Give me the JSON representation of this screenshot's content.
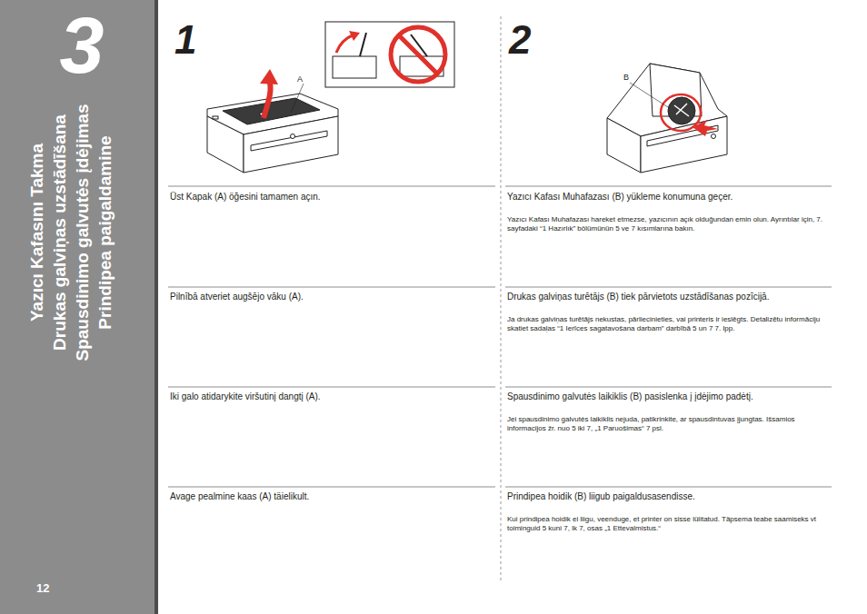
{
  "diagram": {
    "nodes": [
      {
        "text": [
          "3",
          "Yazıcı Kafasını Takma",
          "Drukas galviņas uzstādīšana",
          "Spausdinimo galvutės įdėjimas",
          "Prindipea paigaldamine"
        ]
      }
    ],
    "labels": [
      "12",
      "1",
      "A",
      "2",
      "B",
      "Üst Kapak (A) öğesini tamamen açın.",
      "Yazıcı Kafası Muhafazası (B) yükleme konumuna geçer.",
      "Yazıcı Kafası Muhafazası hareket etmezse, yazıcının açık olduğundan emin olun. Ayrıntılar için, 7. sayfadaki “1 Hazırlık” bölümünün 5 ve 7 kısımlarına bakın.",
      "Pilnībā atveriet augšējo vāku (A).",
      "Drukas galviņas turētājs (B) tiek pārvietots uzstādīšanas pozīcijā.",
      "Ja drukas galviņas turētājs nekustas, pārliecinieties, vai printeris ir ieslēgts. Detalizētu informāciju skatiet sadaļas “1 Ierīces sagatavošana darbam” darbībā 5 un 7 7. lpp.",
      "Iki galo atidarykite viršutinį dangtį (A).",
      "Spausdinimo galvutės laikiklis (B) pasislenka į įdėjimo padėtį.",
      "Jei spausdinimo galvutės laikiklis nejuda, patikrinkite, ar spausdintuvas įjungtas. Išsamios informacijos žr. nuo 5 iki 7, „1 Paruošimas“ 7 psl.",
      "Avage pealmine kaas (A) täielikult.",
      "Prindipea hoidik (B) liigub paigaldusasendisse.",
      "Kui prindipea hoidik ei liigu, veenduge, et printer on sisse lülitatud. Täpsema teabe saamiseks vt toiminguid 5 kuni 7, lk 7, osas „1 Ettevalmistus.“"
    ]
  }
}
